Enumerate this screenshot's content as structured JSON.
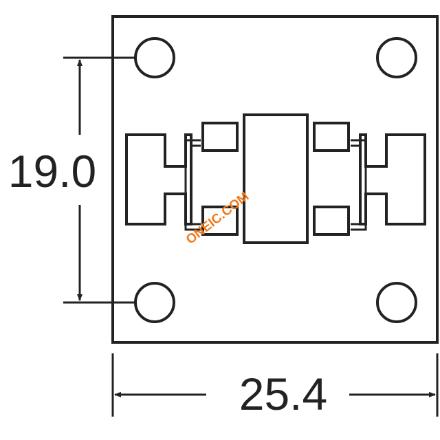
{
  "dimensions": {
    "height_label": "19.0",
    "width_label": "25.4",
    "height_value_mm": 19.0,
    "width_value_mm": 25.4
  },
  "watermark": {
    "text": "ONEIC.COM"
  },
  "colors": {
    "line": "#222222",
    "watermark": "#f07a1c",
    "background": "#ffffff"
  }
}
